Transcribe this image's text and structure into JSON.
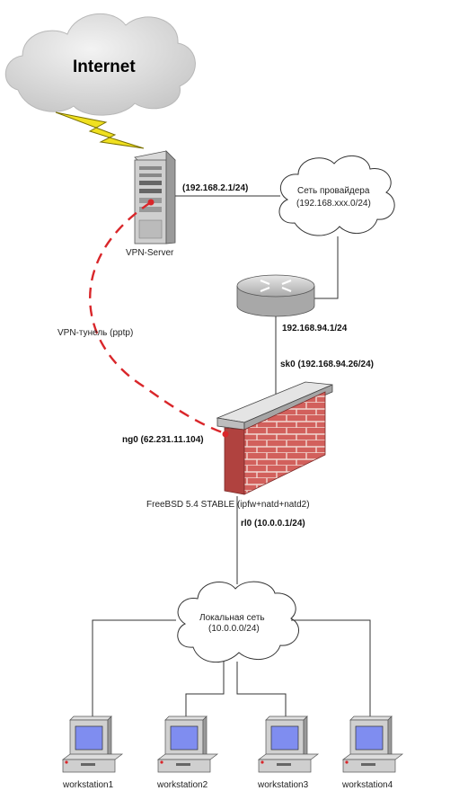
{
  "internet": {
    "label": "Internet"
  },
  "vpn_server": {
    "label": "VPN-Server",
    "ip": "(192.168.2.1/24)"
  },
  "provider_net": {
    "line1": "Сеть провайдера",
    "line2": "(192.168.xxx.0/24)"
  },
  "router": {
    "ip": "192.168.94.1/24"
  },
  "firewall": {
    "sk0": "sk0 (192.168.94.26/24)",
    "ng0": "ng0 (62.231.11.104)",
    "os": "FreeBSD 5.4 STABLE (ipfw+natd+natd2)",
    "rl0": "rl0 (10.0.0.1/24)"
  },
  "vpn_tunnel": {
    "label": "VPN-тунель (pptp)"
  },
  "local_net": {
    "line1": "Локальная сеть",
    "line2": "(10.0.0.0/24)"
  },
  "workstations": [
    "workstation1",
    "workstation2",
    "workstation3",
    "workstation4"
  ],
  "colors": {
    "tunnel": "#d9262a",
    "brick": "#c9504e",
    "cloud": "#d9d9d9"
  }
}
